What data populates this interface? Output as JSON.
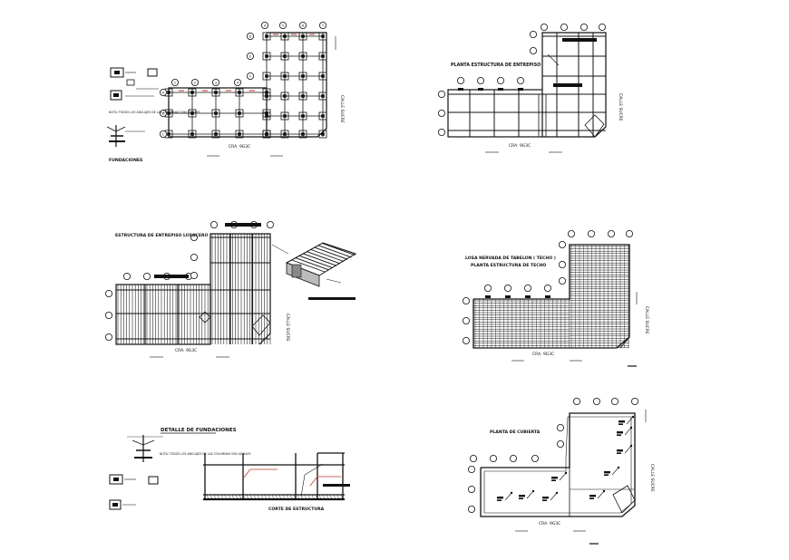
{
  "drawings": {
    "fundaciones": {
      "title": "FUNDACIONES",
      "street_bottom": "CRA. 9G3C",
      "street_right": "CALLE SUCRE",
      "note": "NOTA: TODOS LOS ANCLAJES DE LAS COLUMNAS SON IGUALES",
      "axes_top": [
        "1",
        "2",
        "3",
        "4",
        "5",
        "6",
        "7",
        "8"
      ],
      "axes_top_upper": [
        "4",
        "5",
        "6",
        "7",
        "8"
      ],
      "axes_left": [
        "A",
        "B",
        "C"
      ],
      "axes_left_upper": [
        "D",
        "E",
        "F"
      ]
    },
    "entrepiso": {
      "title": "PLANTA ESTRUCTURA DE ENTREPISO",
      "street_bottom": "CRA. 9G3C",
      "street_right": "CALLE SUCRE"
    },
    "entrepiso_losacero": {
      "title": "ESTRUCTURA DE ENTREPISO LOSACERO",
      "street_bottom": "CRA. 9G3C",
      "street_right": "CALLE SUCRE"
    },
    "techo": {
      "title_1": "LOSA NERVADA DE TABELON ( TECHO )",
      "title_2": "PLANTA ESTRUCTURA DE TECHO",
      "street_bottom": "CRA. 9G3C",
      "street_right": "CALLE SUCRE"
    },
    "detalle": {
      "title": "DETALLE DE FUNDACIONES",
      "note": "NOTA: TODOS LOS ANCLAJES DE LAS COLUMNAS SON IGUALES",
      "section_title": "CORTE DE ESTRUCTURA"
    },
    "cubierta": {
      "title": "PLANTA DE CUBIERTA",
      "street_bottom": "CRA. 9G3C",
      "street_right": "CALLE SUCRE"
    }
  },
  "colors": {
    "line": "#111111",
    "accent": "#c0392b",
    "background": "#ffffff"
  }
}
